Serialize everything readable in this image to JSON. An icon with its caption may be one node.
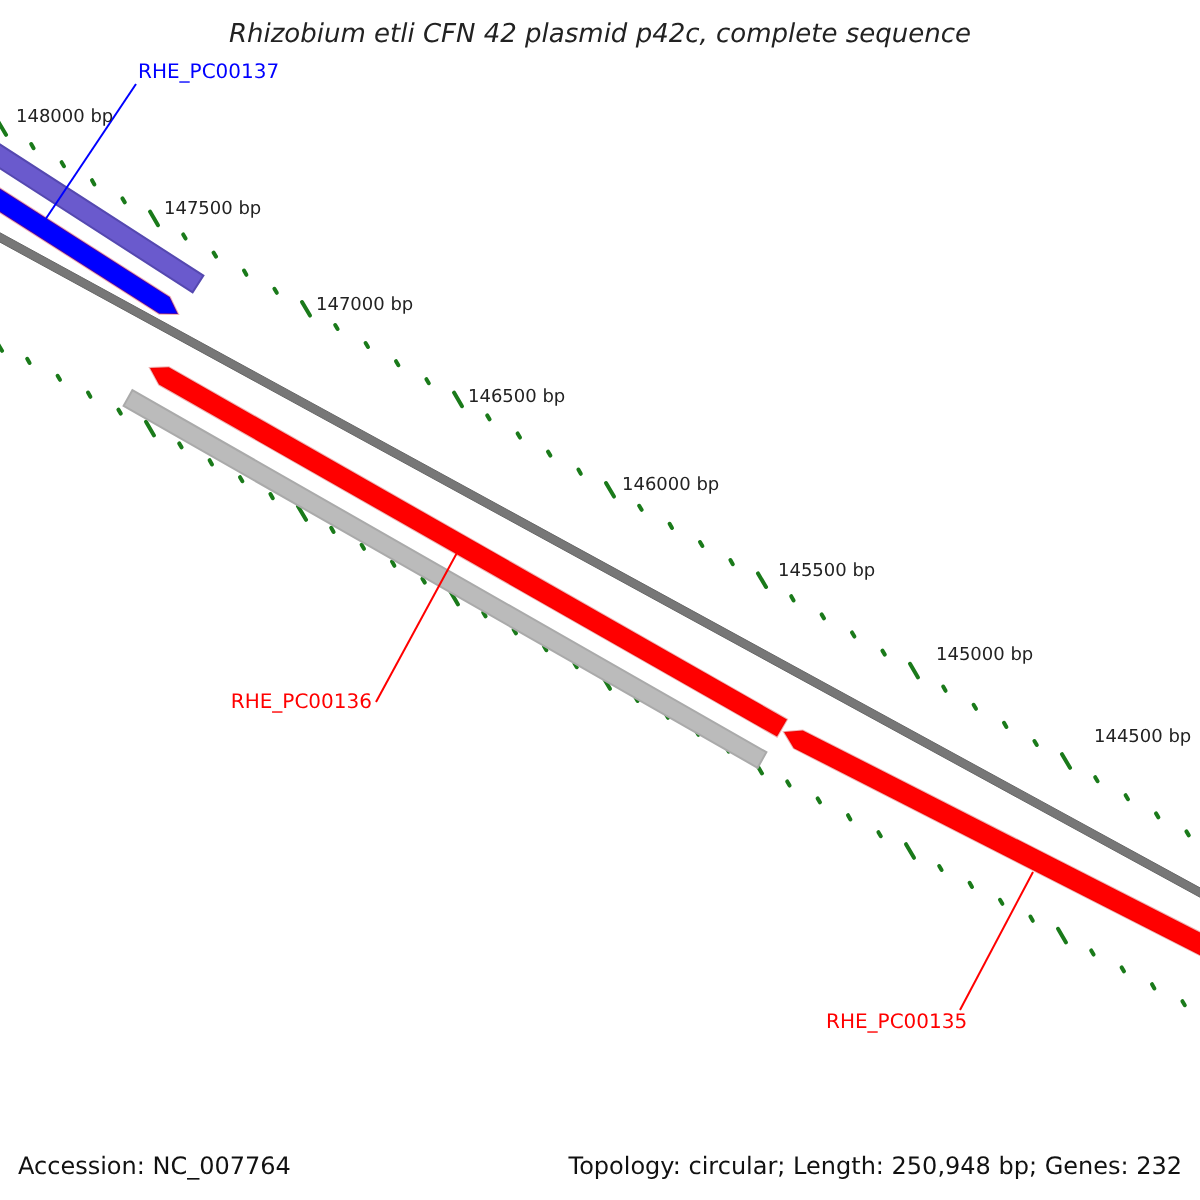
{
  "diagram": {
    "title": "Rhizobium etli CFN 42 plasmid p42c, complete sequence",
    "nodes": [
      {
        "text": [
          "RHE_PC00137"
        ]
      },
      {
        "text": [],
        "shape": "bar"
      },
      {
        "text": [
          "RHE_PC00136"
        ]
      },
      {
        "text": [],
        "shape": "bar"
      },
      {
        "text": [
          "RHE_PC00135"
        ]
      },
      {
        "text": [],
        "shape": "bar"
      }
    ],
    "edges": [
      {
        "from": 0,
        "to": 1,
        "arrow": "none",
        "color": "#0000ff"
      },
      {
        "from": 2,
        "to": 3,
        "arrow": "none"
      },
      {
        "from": 4,
        "to": 5,
        "arrow": "none"
      }
    ],
    "labels": [
      "148000 bp",
      "147500 bp",
      "147000 bp",
      "146500 bp",
      "146000 bp",
      "145500 bp",
      "145000 bp",
      "144500 bp",
      "Accession: NC_007764",
      "Topology: circular; Length: 250,948 bp; Genes: 232"
    ]
  }
}
